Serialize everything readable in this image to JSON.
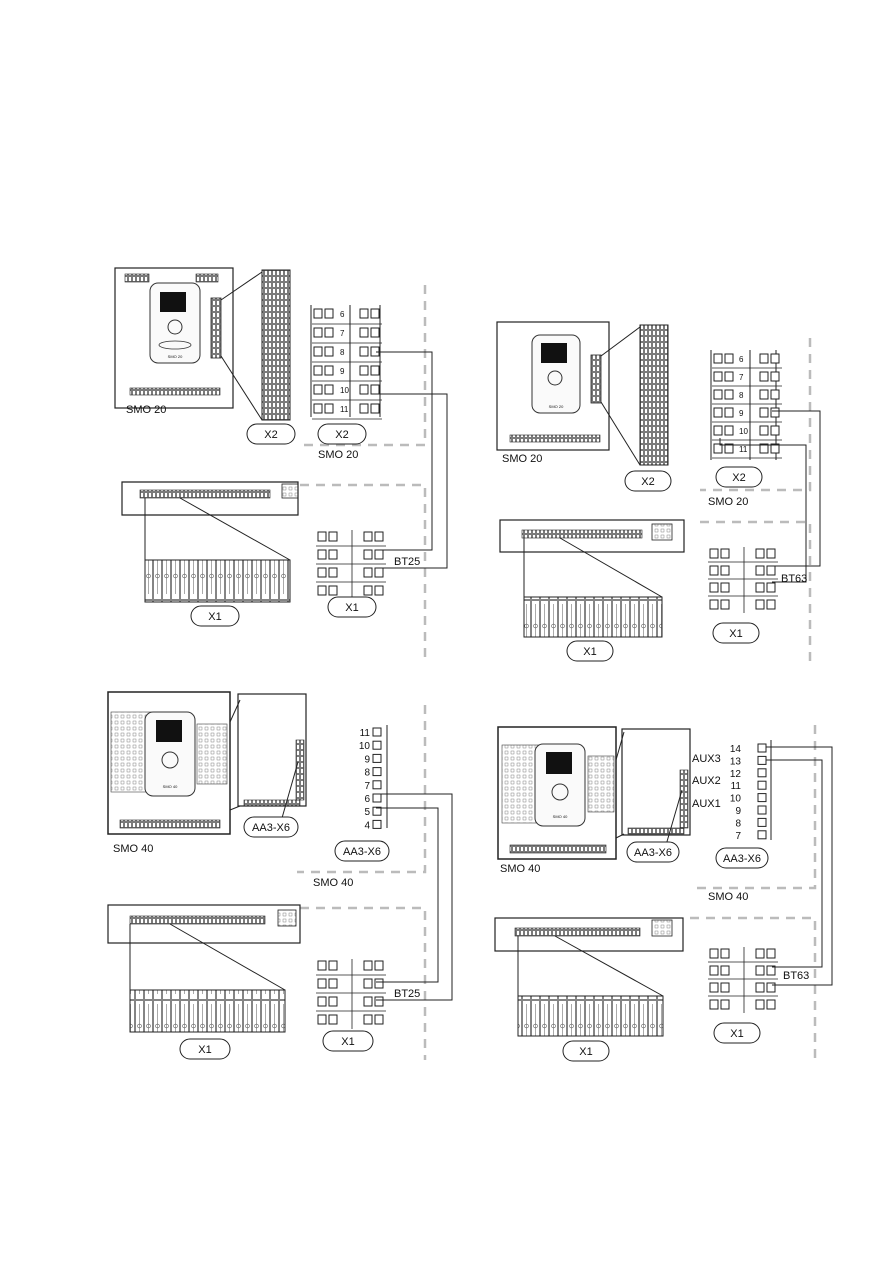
{
  "quadrants": {
    "tl": {
      "device_label": "SMO 20",
      "panel_title": "SMO 20",
      "device_screen_text": "SMO 20",
      "terminal_a_name": "X2",
      "terminal_a_numbers": [
        "6",
        "7",
        "8",
        "9",
        "10",
        "11"
      ],
      "terminal_b_name": "X1",
      "sensor": "BT25",
      "callouts": [
        "X2",
        "X2",
        "X1",
        "X1"
      ]
    },
    "tr": {
      "device_label": "SMO 20",
      "panel_title": "SMO 20",
      "device_screen_text": "SMO 20",
      "terminal_a_name": "X2",
      "terminal_a_numbers": [
        "6",
        "7",
        "8",
        "9",
        "10",
        "11"
      ],
      "terminal_b_name": "X1",
      "sensor": "BT63",
      "callouts": [
        "X2",
        "X2",
        "X1",
        "X1"
      ]
    },
    "bl": {
      "device_label": "SMO 40",
      "panel_title": "SMO 40",
      "device_screen_text": "SMO 40",
      "terminal_a_name": "AA3-X6",
      "terminal_a_numbers": [
        "11",
        "10",
        "9",
        "8",
        "7",
        "6",
        "5",
        "4"
      ],
      "terminal_b_name": "X1",
      "sensor": "BT25",
      "callouts": [
        "AA3-X6",
        "AA3-X6",
        "X1",
        "X1"
      ]
    },
    "br": {
      "device_label": "SMO 40",
      "panel_title": "SMO 40",
      "device_screen_text": "SMO 40",
      "terminal_a_name": "AA3-X6",
      "terminal_a_numbers": [
        "14",
        "13",
        "12",
        "11",
        "10",
        "9",
        "8",
        "7"
      ],
      "aux_labels": [
        "AUX3",
        "AUX2",
        "AUX1"
      ],
      "terminal_b_name": "X1",
      "sensor": "BT63",
      "callouts": [
        "AA3-X6",
        "AA3-X6",
        "X1",
        "X1"
      ]
    }
  }
}
